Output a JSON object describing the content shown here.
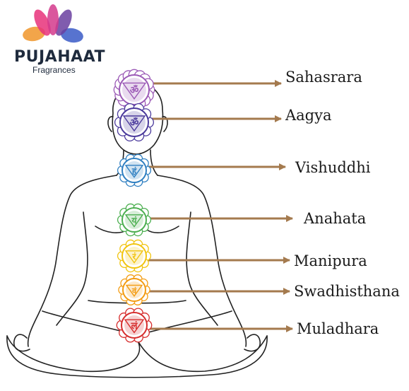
{
  "brand": {
    "name": "PUJAHAAT",
    "tagline": "Fragrances",
    "petal_colors": [
      "#e8317a",
      "#f0952a",
      "#6a3fa0",
      "#3a5bc7",
      "#d43a8c"
    ]
  },
  "chakras": [
    {
      "name": "Sahasrara",
      "color": "#9b59b6",
      "symbol": "ॐ",
      "icon": "crown-chakra-icon"
    },
    {
      "name": "Aagya",
      "color": "#4b3a9c",
      "symbol": "ॐ",
      "icon": "third-eye-chakra-icon"
    },
    {
      "name": "Vishuddhi",
      "color": "#2f7fc1",
      "symbol": "हं",
      "icon": "throat-chakra-icon"
    },
    {
      "name": "Anahata",
      "color": "#4caf50",
      "symbol": "यं",
      "icon": "heart-chakra-icon"
    },
    {
      "name": "Manipura",
      "color": "#f1c40f",
      "symbol": "रं",
      "icon": "solar-plexus-chakra-icon"
    },
    {
      "name": "Swadhisthana",
      "color": "#f39c12",
      "symbol": "वं",
      "icon": "sacral-chakra-icon"
    },
    {
      "name": "Muladhara",
      "color": "#d62d2d",
      "symbol": "लं",
      "icon": "root-chakra-icon"
    }
  ],
  "arrow_color": "#a47a4e",
  "outline_color": "#222222"
}
